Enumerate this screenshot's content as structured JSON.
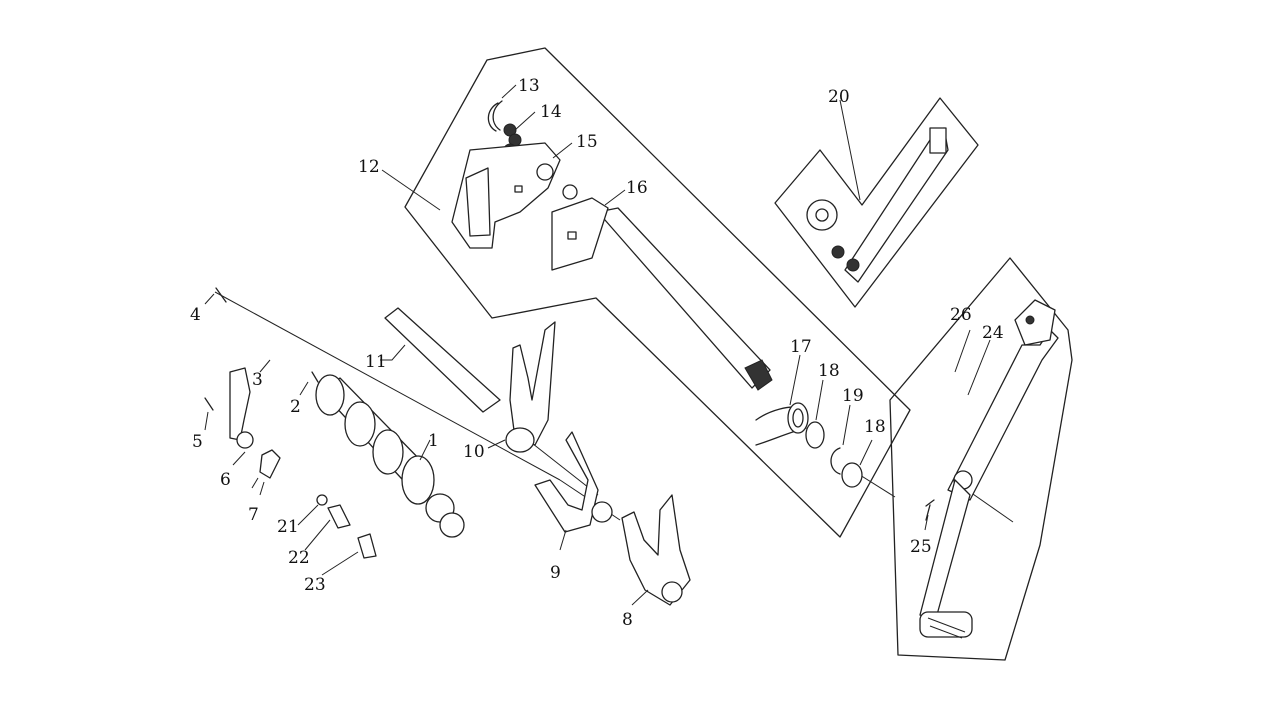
{
  "diagram": {
    "background": "#ffffff",
    "line_color": "#222222",
    "callouts": [
      "1",
      "2",
      "3",
      "4",
      "5",
      "6",
      "7",
      "8",
      "9",
      "10",
      "11",
      "12",
      "13",
      "14",
      "15",
      "16",
      "17",
      "18",
      "18",
      "19",
      "20",
      "21",
      "22",
      "23",
      "24",
      "25",
      "26"
    ]
  }
}
